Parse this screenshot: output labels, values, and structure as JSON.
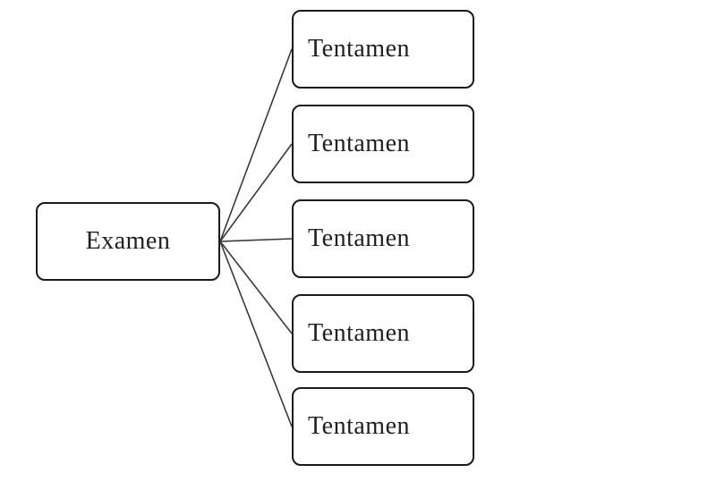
{
  "diagram": {
    "type": "tree",
    "root": {
      "label": "Examen"
    },
    "children": [
      {
        "label": "Tentamen"
      },
      {
        "label": "Tentamen"
      },
      {
        "label": "Tentamen"
      },
      {
        "label": "Tentamen"
      },
      {
        "label": "Tentamen"
      }
    ],
    "colors": {
      "node_border": "#1a1a1a",
      "node_fill": "#ffffff",
      "connector": "#3a3a3a",
      "text": "#1f1f1f"
    }
  }
}
